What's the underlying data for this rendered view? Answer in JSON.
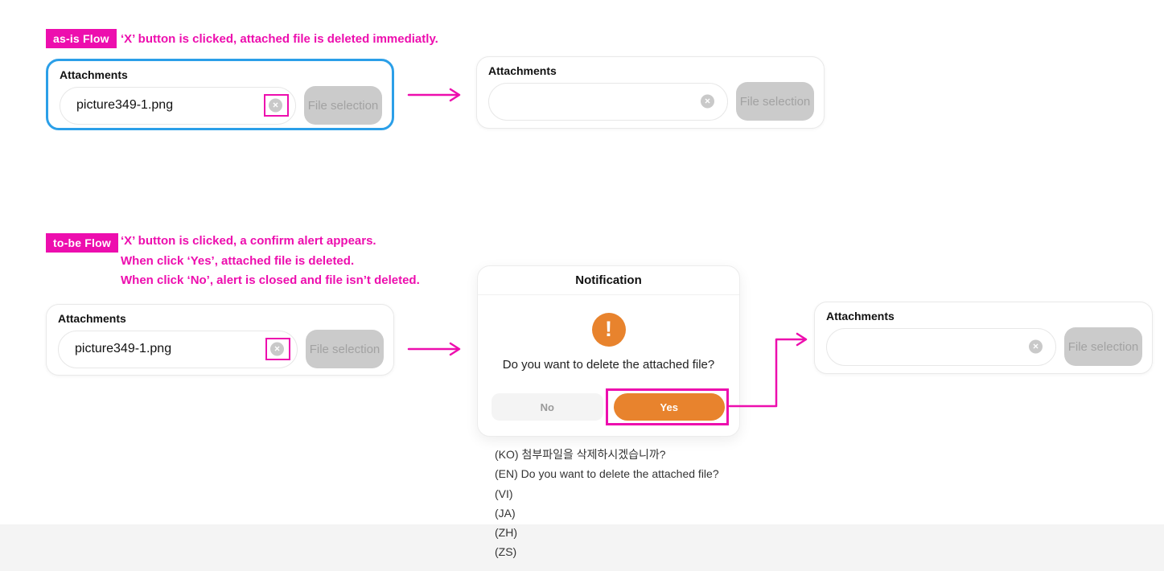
{
  "page": {
    "colors": {
      "accent_magenta": "#ED0EAE",
      "accent_blue": "#2B9FE8",
      "accent_orange": "#E8832D",
      "band_gray": "#f4f4f4"
    }
  },
  "icons": {
    "clear_glyph": "×",
    "alert_glyph": "!"
  },
  "as_is": {
    "badge": "as-is Flow",
    "description": "‘X’ button is clicked, attached file is deleted immediatly.",
    "before": {
      "label": "Attachments",
      "file_name": "picture349-1.png",
      "button_label": "File selection"
    },
    "after": {
      "label": "Attachments",
      "file_name": "",
      "button_label": "File selection"
    }
  },
  "to_be": {
    "badge": "to-be Flow",
    "description_lines": [
      "‘X’ button is clicked, a confirm alert appears.",
      "When click ‘Yes’, attached file is deleted.",
      "When click ‘No’, alert is closed and file isn’t deleted."
    ],
    "before": {
      "label": "Attachments",
      "file_name": "picture349-1.png",
      "button_label": "File selection"
    },
    "dialog": {
      "title": "Notification",
      "message": "Do you want to delete the attached file?",
      "no_label": "No",
      "yes_label": "Yes"
    },
    "after": {
      "label": "Attachments",
      "file_name": "",
      "button_label": "File selection"
    },
    "translations": [
      "(KO) 첨부파일을 삭제하시겠습니까?",
      "(EN) Do you want to delete the attached file?",
      "(VI)",
      "(JA)",
      "(ZH)",
      "(ZS)"
    ]
  }
}
